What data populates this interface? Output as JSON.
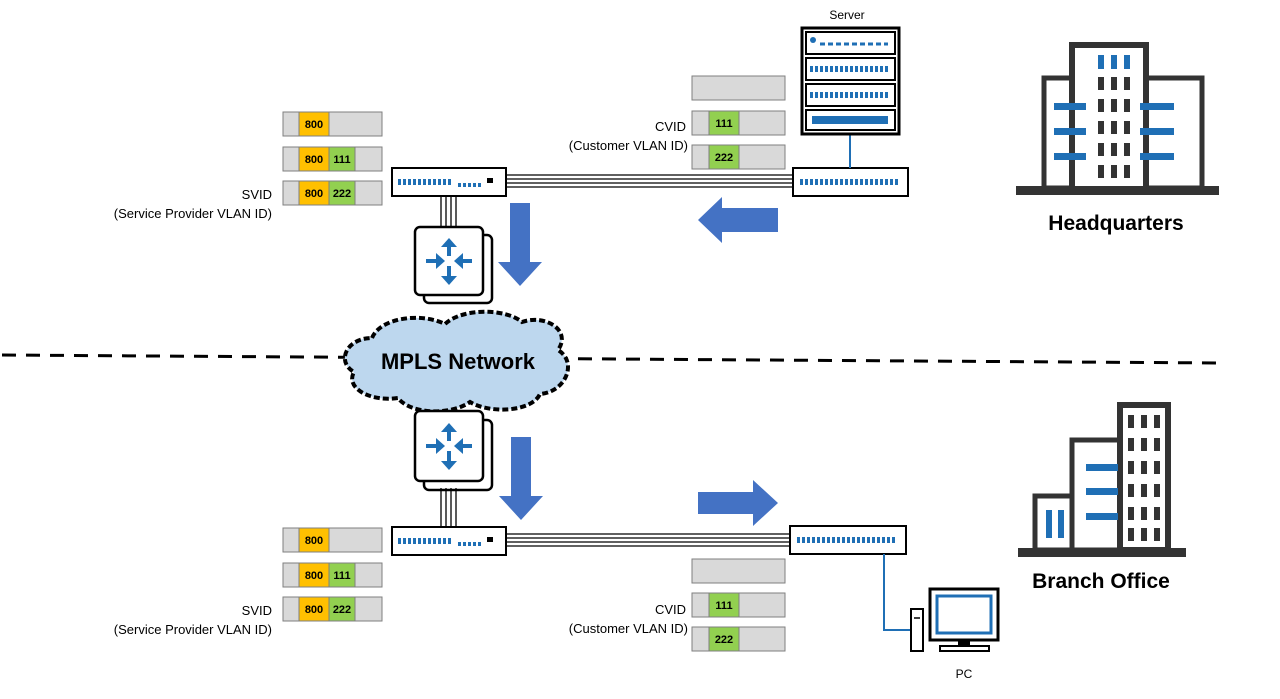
{
  "colors": {
    "svid": "#FFC000",
    "cvid": "#92D050",
    "frame": "#D9D9D9",
    "device_blue": "#1F6FB5",
    "arrow": "#4472C4",
    "cloud": "#BDD7EE"
  },
  "headquarters": {
    "label": "Headquarters",
    "server_label": "Server",
    "svid_frames": [
      {
        "svid": "800",
        "cvid": ""
      },
      {
        "svid": "800",
        "cvid": "111"
      },
      {
        "svid": "800",
        "cvid": "222"
      }
    ],
    "svid_label_line1": "SVID",
    "svid_label_line2": "(Service Provider VLAN ID)",
    "cvid_frames": [
      {
        "cvid": ""
      },
      {
        "cvid": "111"
      },
      {
        "cvid": "222"
      }
    ],
    "cvid_label_line1": "CVID",
    "cvid_label_line2": "(Customer VLAN ID)"
  },
  "network": {
    "label": "MPLS Network"
  },
  "branch": {
    "label": "Branch Office",
    "pc_label": "PC",
    "svid_frames": [
      {
        "svid": "800",
        "cvid": ""
      },
      {
        "svid": "800",
        "cvid": "111"
      },
      {
        "svid": "800",
        "cvid": "222"
      }
    ],
    "svid_label_line1": "SVID",
    "svid_label_line2": "(Service Provider VLAN ID)",
    "cvid_frames": [
      {
        "cvid": ""
      },
      {
        "cvid": "111"
      },
      {
        "cvid": "222"
      }
    ],
    "cvid_label_line1": "CVID",
    "cvid_label_line2": "(Customer VLAN ID)"
  }
}
